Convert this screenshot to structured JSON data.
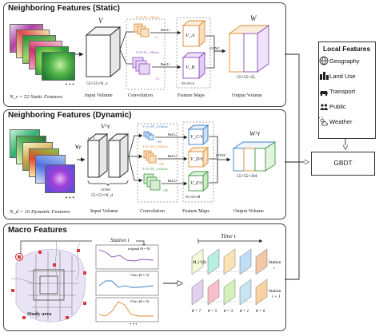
{
  "static": {
    "title": "Neighboring Features (Static)",
    "count_label": "N_s = 52 Static Features",
    "input_label": "55×55×N_s",
    "input_caption": "Input Volume",
    "vol_letter": "V",
    "filter1": "3×3×N_s filters",
    "filter2": "5×5×N_s filters",
    "xl1": "×L",
    "xl2": "×L",
    "relu1": "ReLU",
    "relu2": "ReLU",
    "va": "V_A",
    "vb": "V_B",
    "fmap_label": "55×55×L",
    "conc": "CONC",
    "out_letter": "W",
    "out_label": "55×55×2L",
    "conv_caption": "Convolution",
    "fmap_caption": "Feature Maps",
    "out_caption": "Output Volume",
    "dots": "• • •"
  },
  "dynamic": {
    "title": "Neighboring Features (Dynamic)",
    "count_label": "N_d = 10 Dynamic Features",
    "forall": "∀t",
    "t_minus_1": "t − 1",
    "t": "t",
    "vol_letter": "V^t",
    "conc_in": "CONC",
    "input_label": "55×55×N_d",
    "input_caption": "Input Volume",
    "filter1": "1×1×2N_d filters",
    "filter2": "3×3×2N_d filters",
    "filter3": "5×5×2N_d filters",
    "xm1": "×M",
    "xm2": "×M",
    "xm3": "×M",
    "relu1": "ReLU",
    "relu2": "ReLU",
    "relu3": "ReLU",
    "vc": "V_C^t",
    "vd": "V_D^t",
    "ve": "V_E^t",
    "fmap_label": "55×55×M",
    "conc": "CONC",
    "out_letter": "W^t",
    "out_label": "55×55×3M",
    "conv_caption": "Convolution",
    "fmap_caption": "Feature Maps",
    "out_caption": "Output Volume",
    "dots": "• • •"
  },
  "macro": {
    "title": "Macro Features",
    "station_label": "Station i",
    "study_area": "Study area",
    "original": "original (θ = 0)",
    "lag3": "-3 hrs (θ = 3)",
    "lag5": "-5 hrs (θ = 5)",
    "time_label": "Time t",
    "m_label": "M_i^{θ}",
    "station_i": "Station",
    "station_i_sub": "i",
    "station_i1": "Station",
    "station_i1_sub": "i + 1",
    "thetas": [
      "θ = 7",
      "θ = 5",
      "θ = 3",
      "θ = 1",
      "θ = 0"
    ],
    "dots": "• • •"
  },
  "local": {
    "title": "Local Features",
    "items": [
      "Geography",
      "Land Use",
      "Transport",
      "Public",
      "Weather"
    ]
  },
  "gbdt": "GBDT",
  "colors": {
    "orange": "#e08a2e",
    "purple": "#8a4fc0",
    "blue": "#3c7fc4",
    "green": "#3f9a3f",
    "red": "#d83b3b"
  }
}
